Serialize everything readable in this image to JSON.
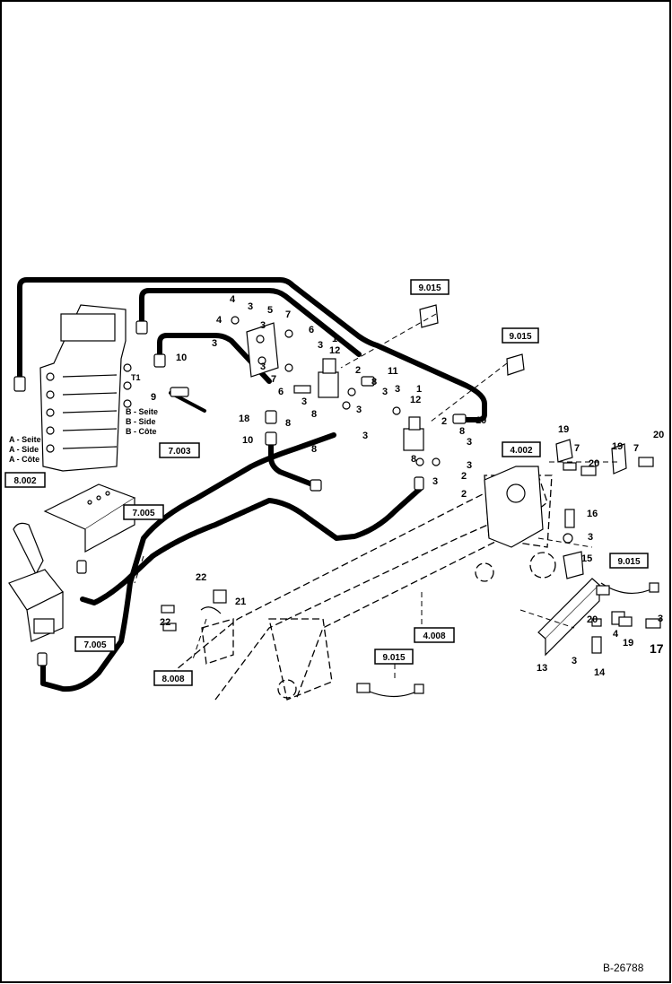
{
  "figure_number": "B-26788",
  "ref_boxes": [
    {
      "id": "r1",
      "text": "9.015"
    },
    {
      "id": "r2",
      "text": "9.015"
    },
    {
      "id": "r3",
      "text": "7.003"
    },
    {
      "id": "r4",
      "text": "8.002"
    },
    {
      "id": "r5",
      "text": "7.005"
    },
    {
      "id": "r6",
      "text": "7.005"
    },
    {
      "id": "r7",
      "text": "4.002"
    },
    {
      "id": "r8",
      "text": "4.008"
    },
    {
      "id": "r9",
      "text": "9.015"
    },
    {
      "id": "r10",
      "text": "9.015"
    },
    {
      "id": "r11",
      "text": "8.008"
    }
  ],
  "side_labels": {
    "b": [
      "B - Seite",
      "B - Side",
      "B - Côte"
    ],
    "a": [
      "A - Seite",
      "A - Side",
      "A - Côte"
    ]
  },
  "port_label": "T1",
  "callouts": [
    "1",
    "2",
    "3",
    "4",
    "5",
    "6",
    "7",
    "8",
    "9",
    "10",
    "11",
    "12",
    "13",
    "14",
    "15",
    "16",
    "17",
    "18",
    "19",
    "20",
    "21",
    "22"
  ]
}
